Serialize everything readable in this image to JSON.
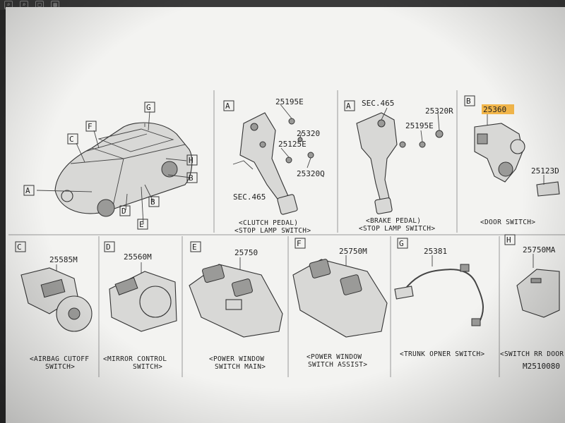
{
  "diagram_id": "M2510080",
  "car_callouts": [
    "A",
    "B",
    "B",
    "C",
    "D",
    "E",
    "F",
    "G",
    "H"
  ],
  "panels": [
    {
      "letter": "A",
      "caption1": "<CLUTCH PEDAL)",
      "caption2": "<STOP LAMP SWITCH>",
      "parts": [
        "25195E",
        "25320",
        "25125E",
        "25320Q",
        "SEC.465"
      ]
    },
    {
      "letter": "A",
      "caption1": "<BRAKE PEDAL)",
      "caption2": "<STOP LAMP SWITCH>",
      "parts": [
        "SEC.465",
        "25320R",
        "25195E"
      ]
    },
    {
      "letter": "B",
      "caption1": "<DOOR SWITCH>",
      "caption2": "",
      "parts": [
        "25360",
        "25123D"
      ]
    },
    {
      "letter": "C",
      "caption1": "<AIRBAG CUTOFF",
      "caption2": "SWITCH>",
      "parts": [
        "25585M"
      ]
    },
    {
      "letter": "D",
      "caption1": "<MIRROR CONTROL",
      "caption2": "SWITCH>",
      "parts": [
        "25560M"
      ]
    },
    {
      "letter": "E",
      "caption1": "<POWER WINDOW",
      "caption2": "SWITCH MAIN>",
      "parts": [
        "25750"
      ]
    },
    {
      "letter": "F",
      "caption1": "<POWER WINDOW",
      "caption2": "SWITCH ASSIST>",
      "parts": [
        "25750M"
      ]
    },
    {
      "letter": "G",
      "caption1": "<TRUNK OPNER SWITCH>",
      "caption2": "",
      "parts": [
        "25381"
      ]
    },
    {
      "letter": "H",
      "caption1": "<SWITCH RR DOOR",
      "caption2": "",
      "parts": [
        "25750MA"
      ]
    }
  ],
  "highlight_color": "#f2b64a"
}
